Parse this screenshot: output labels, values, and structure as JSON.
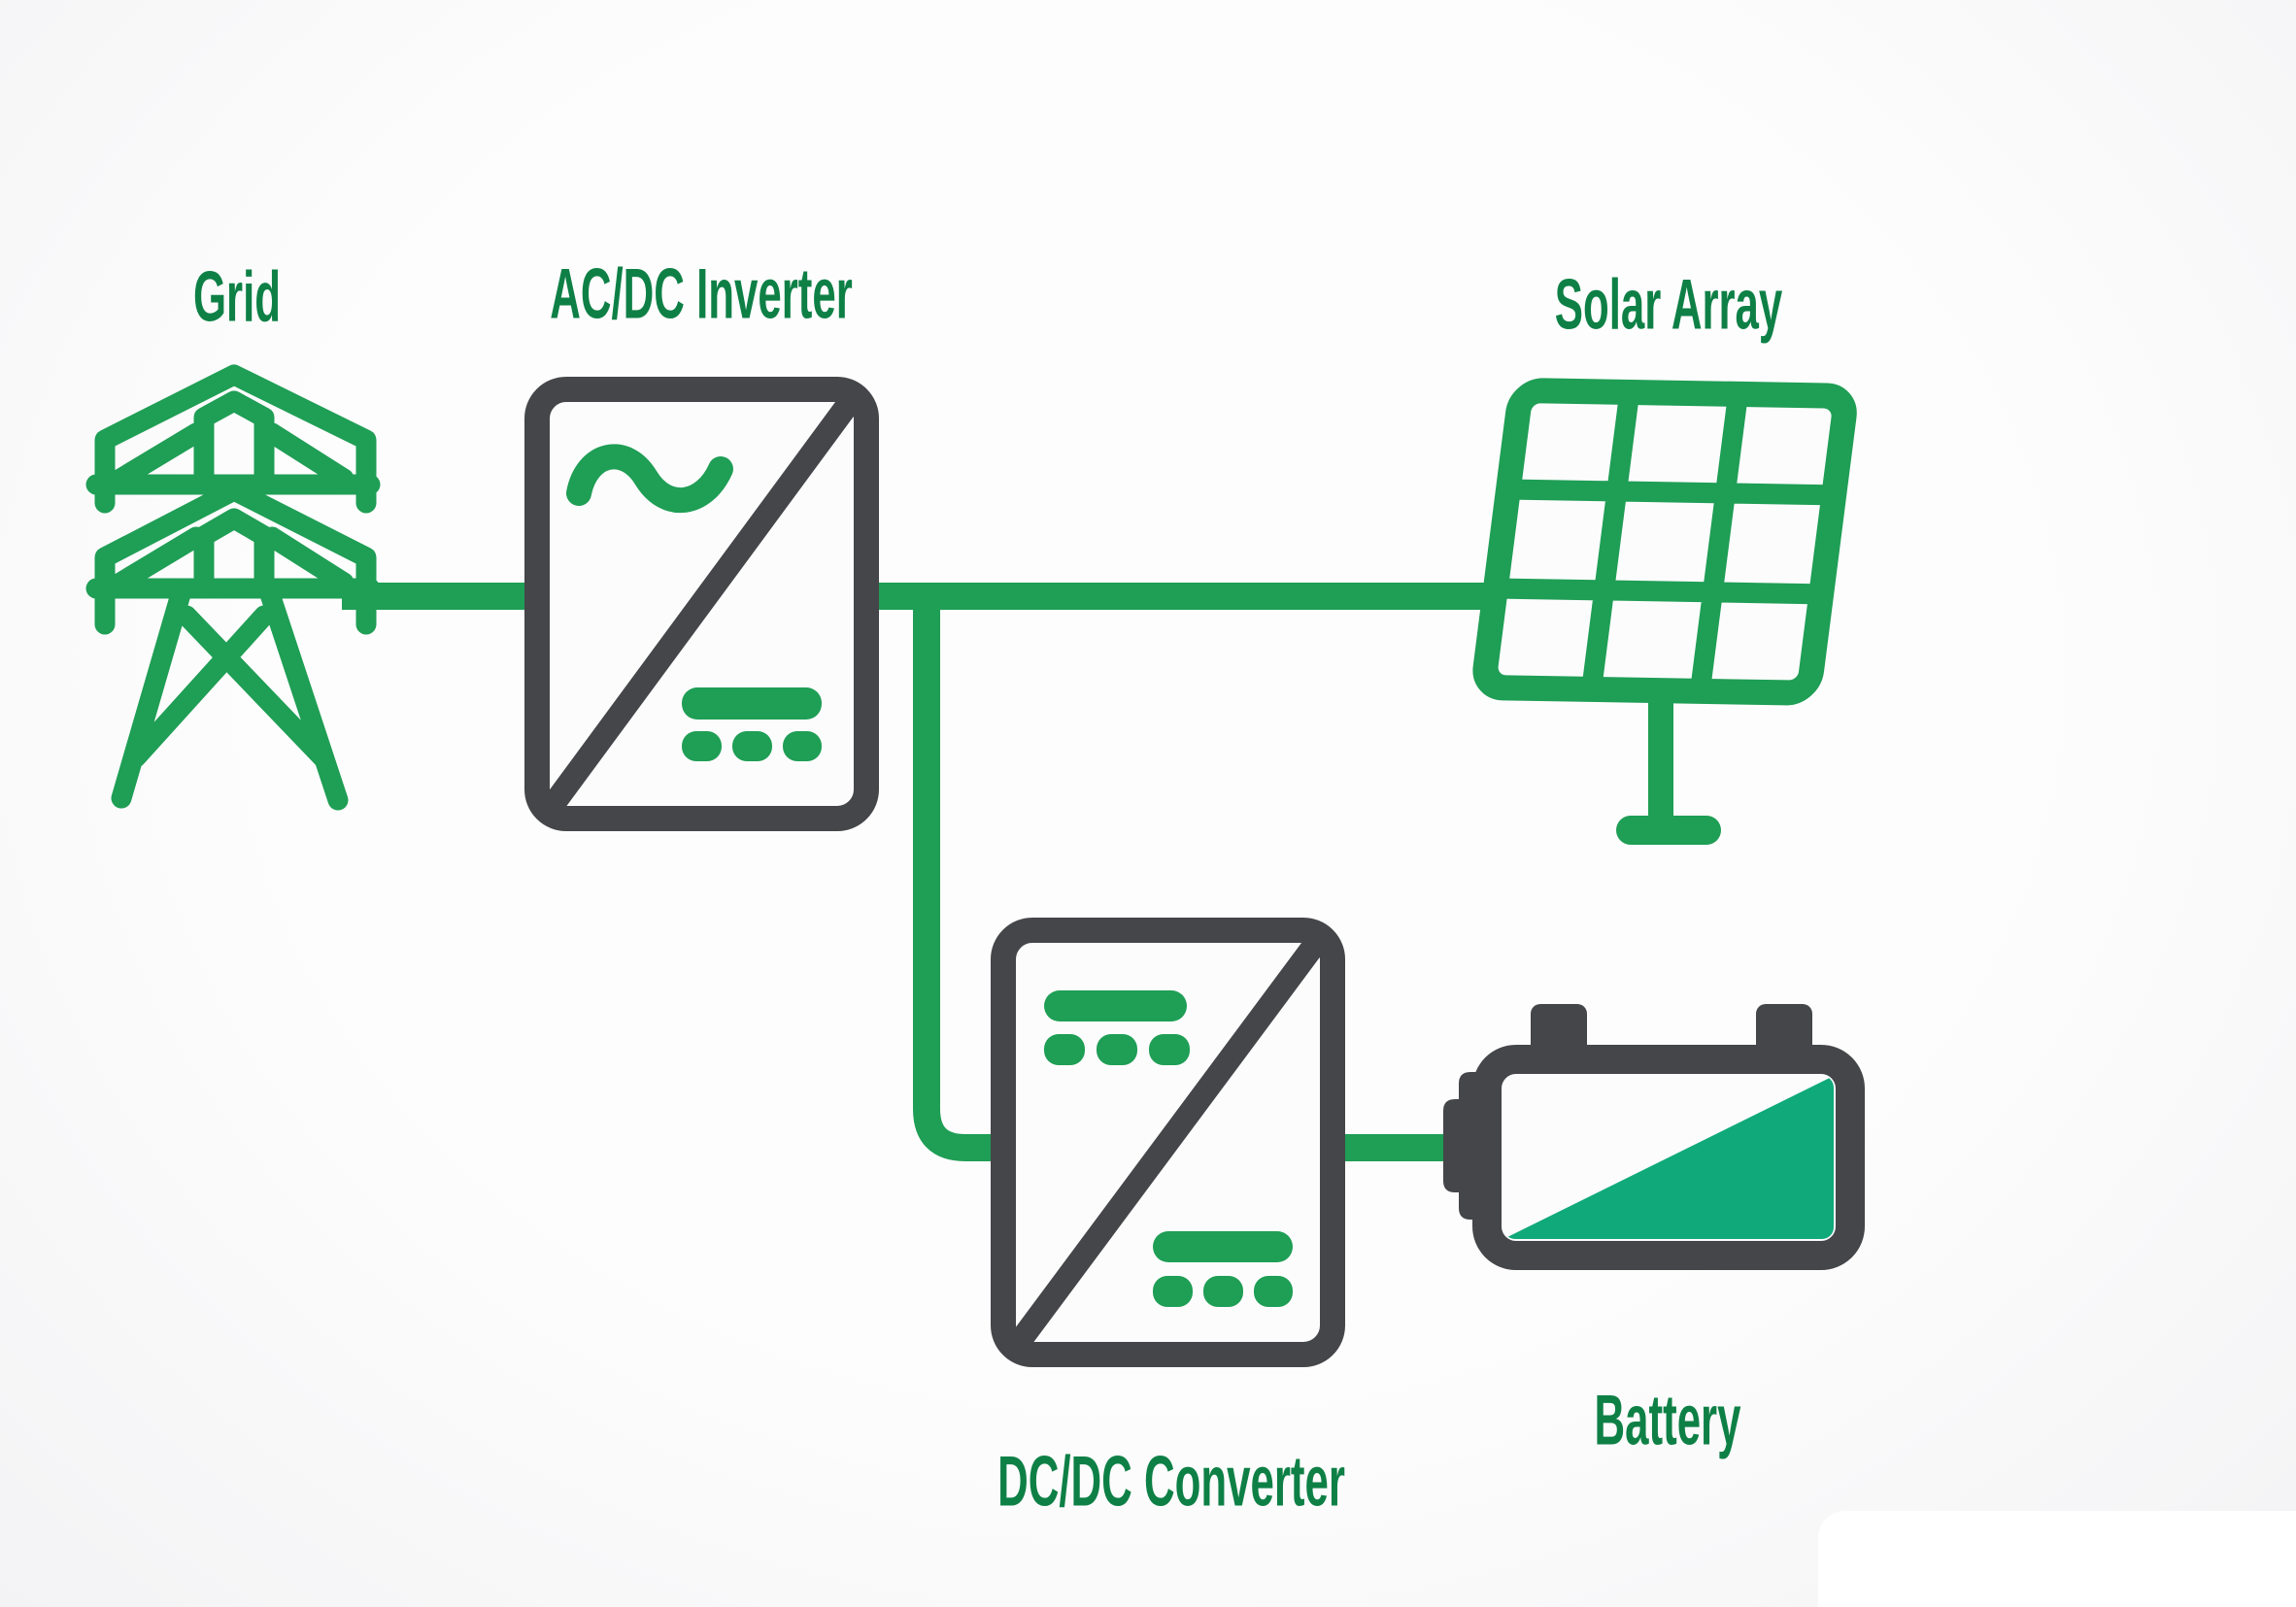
{
  "diagram": {
    "type": "energy-system-block-diagram",
    "description": "Solar energy system diagram connecting Grid, AC/DC Inverter, Solar Array, DC/DC Converter and Battery with green power lines",
    "connections": [
      {
        "from": "grid",
        "to": "inverter"
      },
      {
        "from": "inverter",
        "to": "solar"
      },
      {
        "from": "inverter-solar-line",
        "to": "converter"
      },
      {
        "from": "converter",
        "to": "battery"
      }
    ]
  },
  "nodes": {
    "grid": {
      "label": "Grid",
      "icon": "transmission-tower-icon"
    },
    "inverter": {
      "label": "AC/DC Inverter",
      "icon": "inverter-box-icon",
      "symbols": [
        "ac-sine-symbol",
        "dc-bars-symbol"
      ]
    },
    "solar": {
      "label": "Solar Array",
      "icon": "solar-panel-icon",
      "panel_grid": "3x3"
    },
    "converter": {
      "label": "DC/DC Converter",
      "icon": "converter-box-icon",
      "symbols": [
        "dc-bars-symbol",
        "dc-bars-symbol"
      ]
    },
    "battery": {
      "label": "Battery",
      "icon": "battery-icon",
      "charge_indicator": "diagonal-half-filled"
    }
  },
  "colors": {
    "green": "#1F9E55",
    "label-green": "#0E8046",
    "dark": "#454649",
    "battery-green": "#10A97A",
    "panel-white": "#FCFCFD",
    "bg": "#FAFAFB"
  }
}
